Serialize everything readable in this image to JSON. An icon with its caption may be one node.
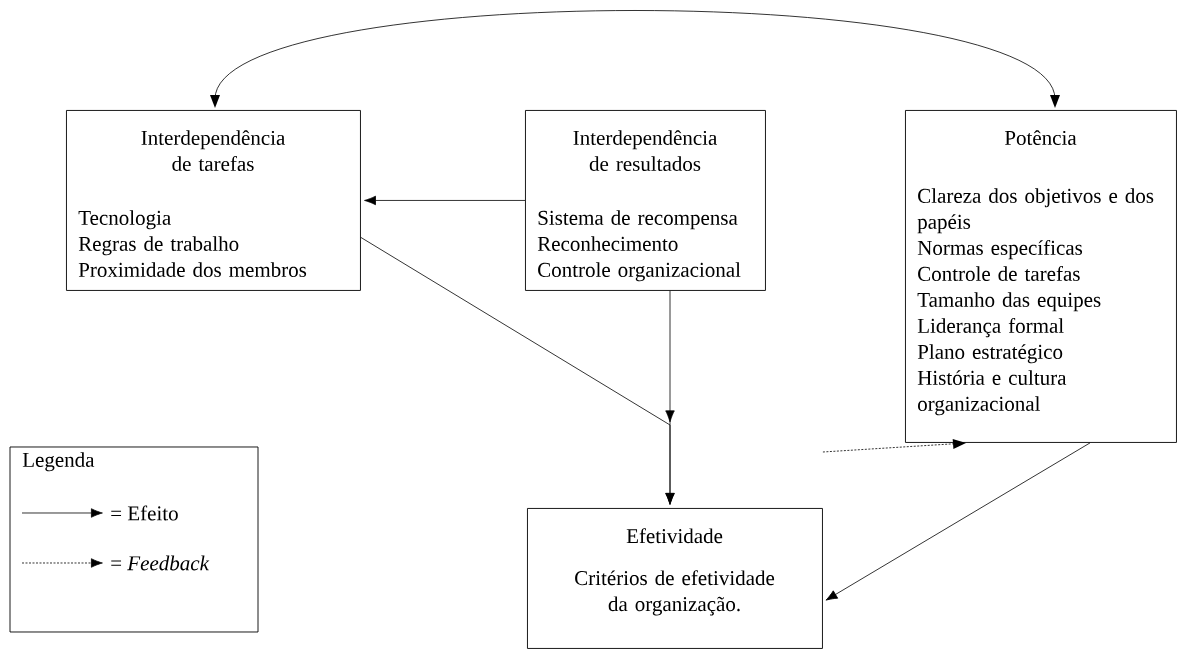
{
  "diagram": {
    "nodes": [
      {
        "text": [
          "Interdependência de tarefas",
          "Tecnologia",
          "Regras de trabalho",
          "Proximidade dos membros"
        ]
      },
      {
        "text": [
          "Interdependência de resultados",
          "Sistema de recompensa",
          "Reconhecimento",
          "Controle organizacional"
        ]
      },
      {
        "text": [
          "Potência",
          "Clareza dos objetivos e dos papéis",
          "Normas específicas",
          "Controle de tarefas",
          "Tamanho das equipes",
          "Liderança formal",
          "Plano estratégico",
          "História e cultura organizacional"
        ]
      },
      {
        "text": [
          "Efetividade",
          "Critérios de efetividade da organização."
        ]
      }
    ],
    "edges": [
      {
        "from": 0,
        "to": 2,
        "arrow": "both"
      },
      {
        "from": 1,
        "to": 0,
        "arrow": "to"
      },
      {
        "from": 0,
        "to": 3,
        "arrow": "to"
      },
      {
        "from": 1,
        "to": 3,
        "arrow": "to"
      },
      {
        "from": 3,
        "to": 2,
        "arrow": "to",
        "style": "dashed"
      },
      {
        "from": 2,
        "to": 3,
        "arrow": "to"
      }
    ],
    "labels": [
      "Legenda"
    ],
    "legend": [
      {
        "text": "= Efeito"
      },
      {
        "text": "= *Feedback*"
      }
    ]
  }
}
